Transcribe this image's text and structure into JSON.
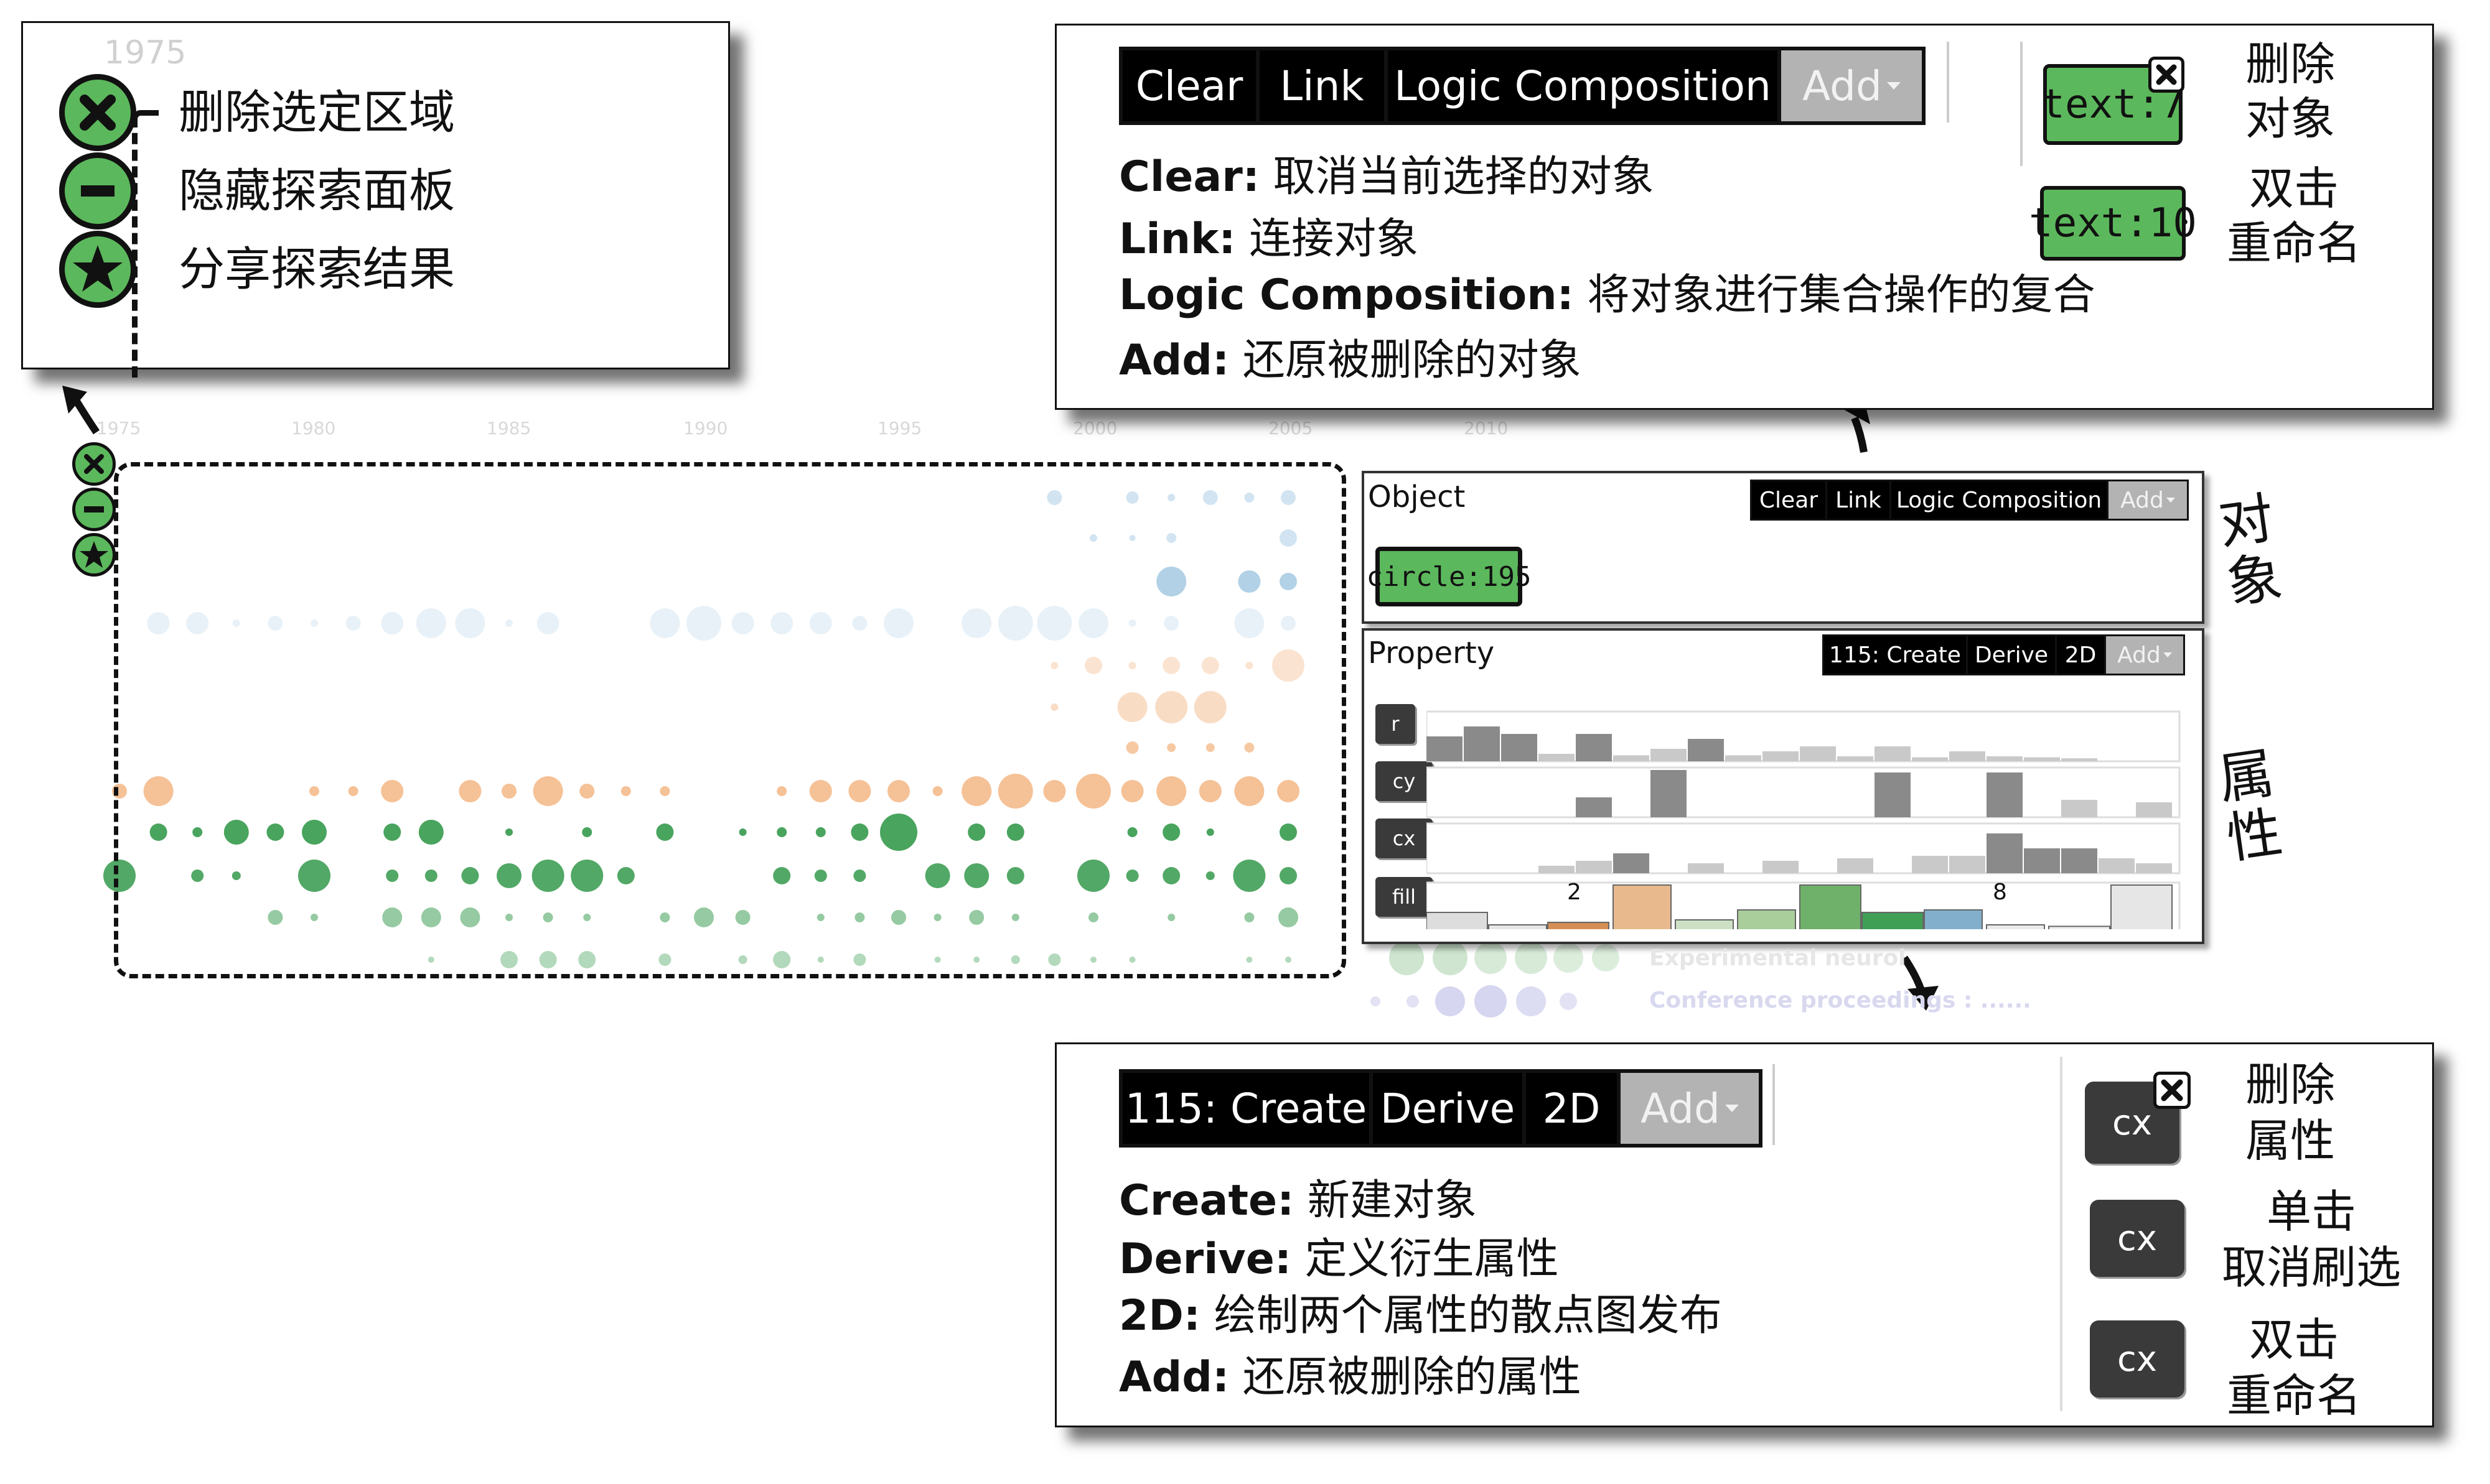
{
  "colors": {
    "green": "#5cb85c",
    "dark": "#111111",
    "grey_button": "#b3b3b3",
    "blue": "#7fb2d6",
    "orange": "#f2b27c",
    "green_dots": "#3f9f55"
  },
  "callout_icons": {
    "delete_label": "删除选定区域",
    "hide_label": "隐藏探索面板",
    "share_label": "分享探索结果",
    "year_hint": "1975"
  },
  "timeline": {
    "years": [
      "1975",
      "1980",
      "1985",
      "1990",
      "1995",
      "2000",
      "2005",
      "2010"
    ]
  },
  "object_help": {
    "buttons": {
      "clear": "Clear",
      "link": "Link",
      "logic": "Logic Composition",
      "add": "Add"
    },
    "lines": [
      {
        "key": "Clear:",
        "text": "取消当前选择的对象"
      },
      {
        "key": "Link:",
        "text": "连接对象"
      },
      {
        "key": "Logic Composition:",
        "text": "将对象进行集合操作的复合"
      },
      {
        "key": "Add:",
        "text": "还原被删除的对象"
      }
    ],
    "tag_delete": "text:7",
    "tag_rename": "text:10",
    "delete_note": [
      "删除",
      "对象"
    ],
    "rename_note": [
      "双击",
      "重命名"
    ]
  },
  "object_panel": {
    "title": "Object",
    "buttons": {
      "clear": "Clear",
      "link": "Link",
      "logic": "Logic Composition",
      "add": "Add"
    },
    "tag": "circle:195",
    "side_label": "对象"
  },
  "property_panel": {
    "title": "Property",
    "buttons": {
      "create": "115: Create",
      "derive": "Derive",
      "twod": "2D",
      "add": "Add"
    },
    "rows": [
      "r",
      "cy",
      "cx",
      "fill"
    ],
    "fill_labels": [
      "2",
      "8"
    ],
    "side_label": "属性"
  },
  "background_text": {
    "line1": "Experimental neurol",
    "line2": "Conference proceedings : ......"
  },
  "property_help": {
    "buttons": {
      "create": "115: Create",
      "derive": "Derive",
      "twod": "2D",
      "add": "Add"
    },
    "lines": [
      {
        "key": "Create:",
        "text": "新建对象"
      },
      {
        "key": "Derive:",
        "text": "定义衍生属性"
      },
      {
        "key": "2D:",
        "text": "绘制两个属性的散点图发布"
      },
      {
        "key": "Add:",
        "text": "还原被删除的属性"
      }
    ],
    "attr_btn": "cx",
    "delete_note": [
      "删除",
      "属性"
    ],
    "click_note": [
      "单击",
      "取消刷选"
    ],
    "rename_note": [
      "双击",
      "重命名"
    ]
  },
  "chart_data": {
    "type": "scatter",
    "x": [
      "1975",
      "1980",
      "1985",
      "1990",
      "1995",
      "2000",
      "2005",
      "2010"
    ],
    "series": [
      {
        "name": "blue",
        "color": "#7fb2d6"
      },
      {
        "name": "orange",
        "color": "#f2b27c"
      },
      {
        "name": "green",
        "color": "#3f9f55"
      }
    ],
    "grid": false
  }
}
